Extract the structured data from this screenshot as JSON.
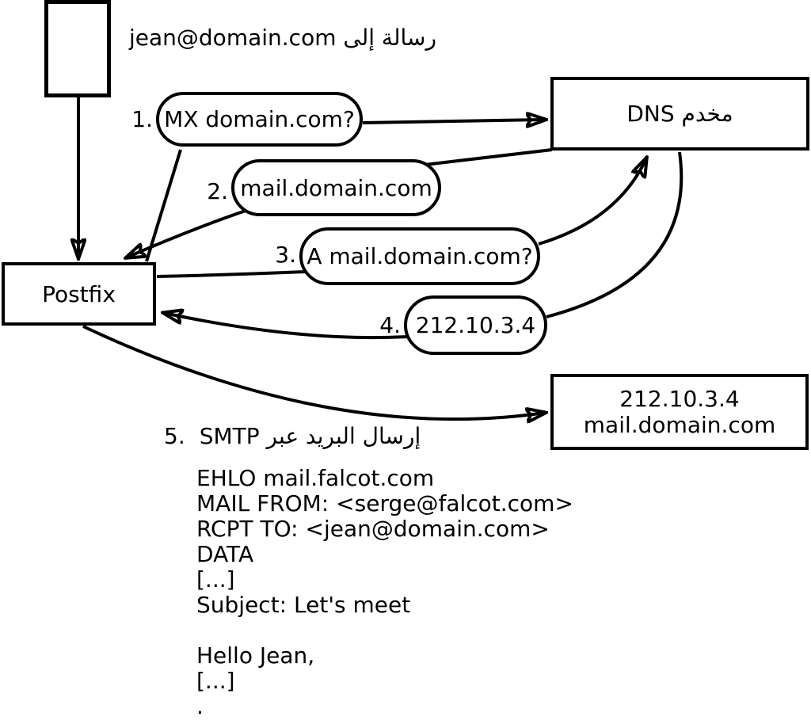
{
  "background": "#ffffff",
  "stroke_color": "#000000",
  "header": {
    "message_label": "رسالة إلى jean@domain.com"
  },
  "nodes": {
    "postfix": "Postfix",
    "dns_server": "مخدم DNS",
    "mail_server": {
      "line1": "212.10.3.4",
      "line2": "mail.domain.com"
    }
  },
  "steps": [
    {
      "number": "1.",
      "label": "MX domain.com?"
    },
    {
      "number": "2.",
      "label": "mail.domain.com"
    },
    {
      "number": "3.",
      "label": "A mail.domain.com?"
    },
    {
      "number": "4.",
      "label": "212.10.3.4"
    },
    {
      "number": "5.",
      "label": "إرسال البريد عبر SMTP"
    }
  ],
  "smtp_session": {
    "lines": [
      "EHLO mail.falcot.com",
      "MAIL FROM: <serge@falcot.com>",
      "RCPT TO: <jean@domain.com>",
      "DATA",
      "[...]",
      "Subject: Let's meet",
      "",
      "Hello Jean,",
      "[...]",
      "."
    ]
  }
}
